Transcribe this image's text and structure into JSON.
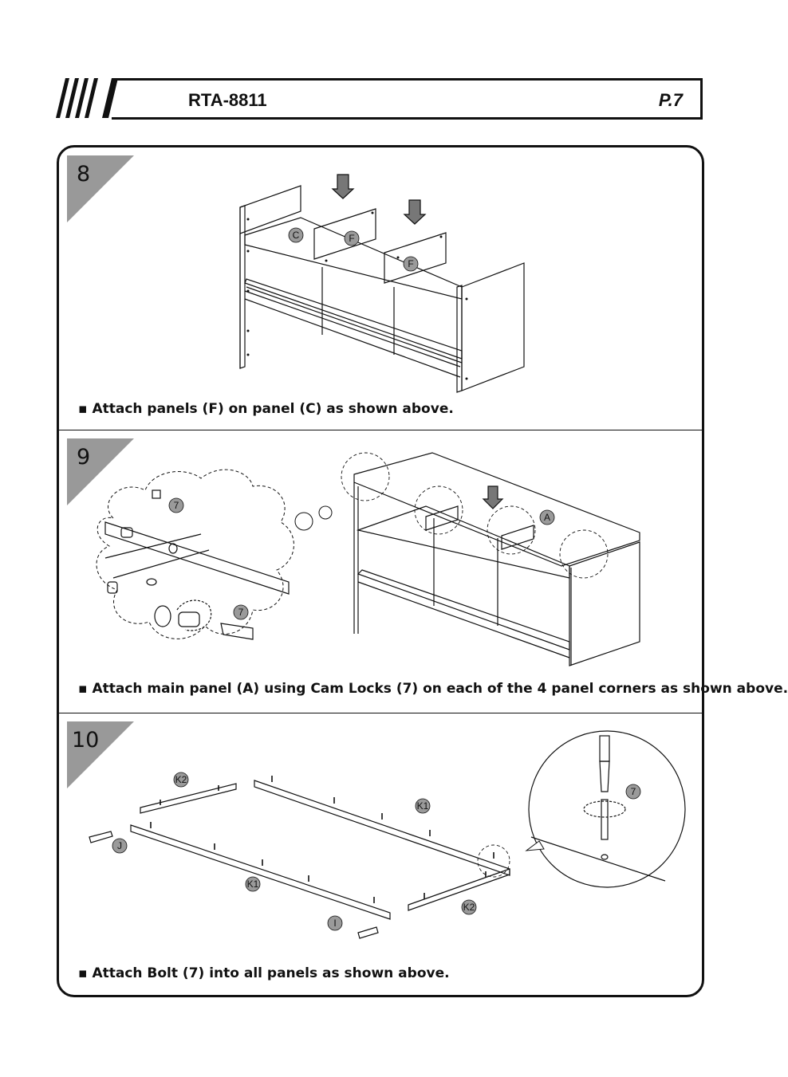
{
  "header": {
    "model": "RTA-8811",
    "page": "P.7"
  },
  "steps": [
    {
      "number": "8",
      "instruction": "▪ Attach panels (F) on panel (C) as shown above.",
      "labels": {
        "c": "C",
        "f1": "F",
        "f2": "F"
      }
    },
    {
      "number": "9",
      "instruction": "▪ Attach main panel (A) using Cam Locks (7) on each of the 4 panel corners as shown above.",
      "labels": {
        "a": "A",
        "cam1": "7",
        "cam2": "7"
      }
    },
    {
      "number": "10",
      "instruction": "▪ Attach Bolt (7) into all panels as shown above.",
      "labels": {
        "k2a": "K2",
        "k1a": "K1",
        "j": "J",
        "k1b": "K1",
        "i": "I",
        "k2b": "K2",
        "bolt": "7"
      }
    }
  ],
  "colors": {
    "badge": "#999999",
    "ink": "#111111",
    "label_circle": "#9a9a9a"
  }
}
